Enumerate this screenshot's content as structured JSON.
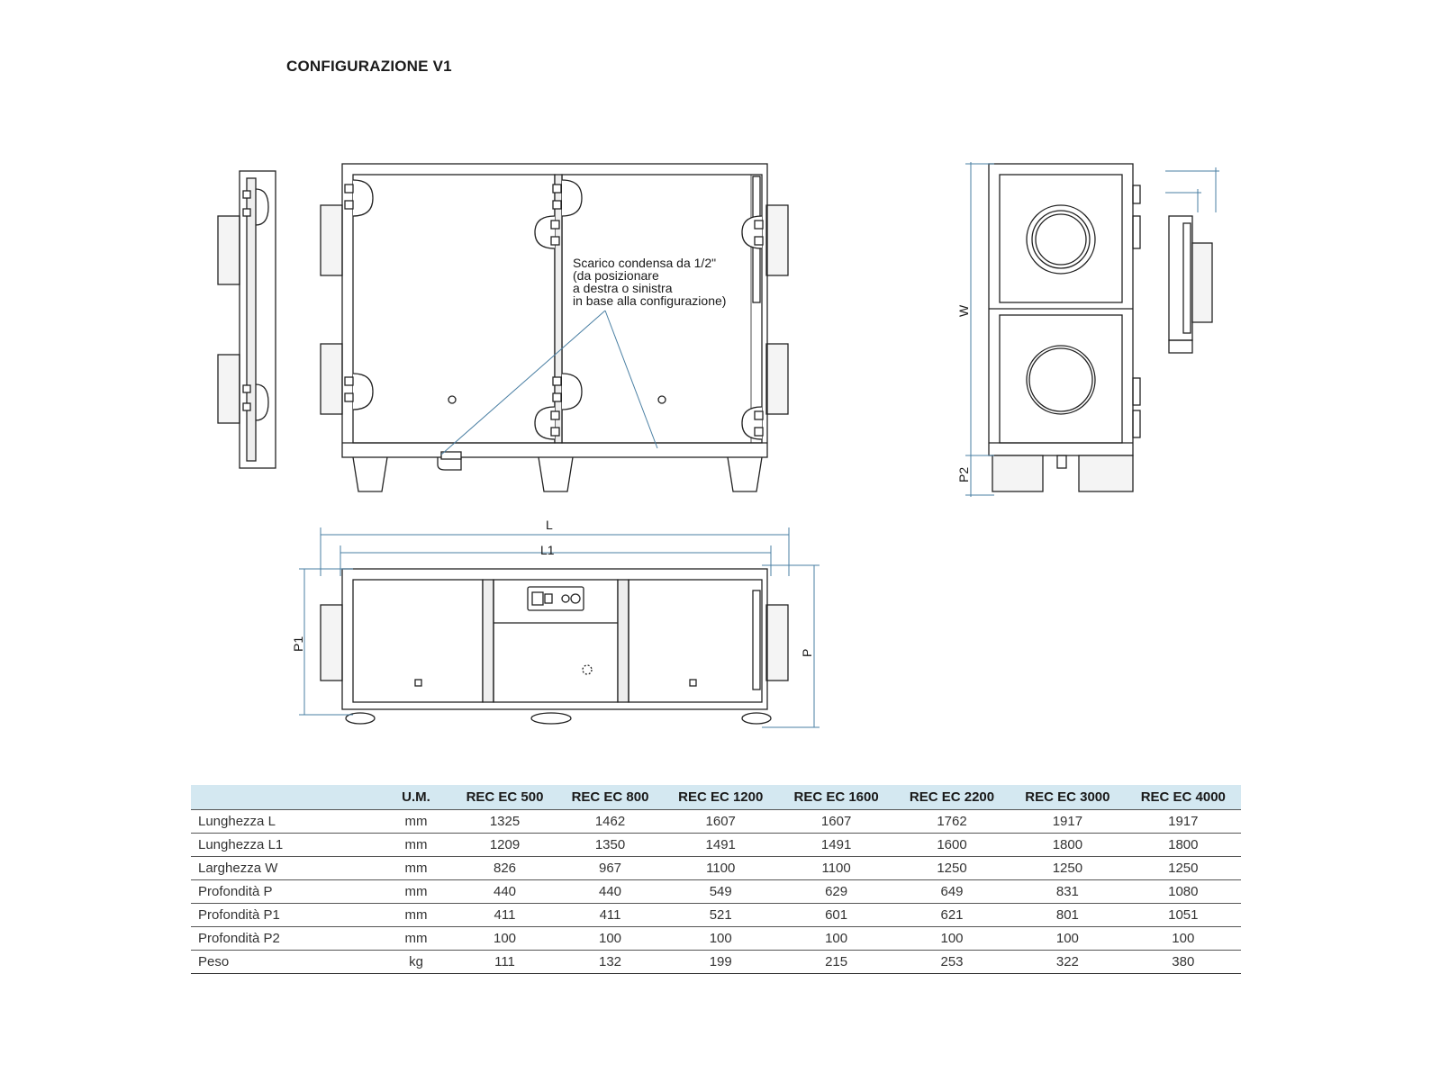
{
  "title": "CONFIGURAZIONE V1",
  "note": {
    "lines": [
      "Scarico condensa da 1/2\"",
      "(da posizionare",
      "a destra o sinistra",
      "in base alla configurazione)"
    ]
  },
  "dimensions": {
    "L": "L",
    "L1": "L1",
    "P": "P",
    "P1": "P1",
    "P2": "P2",
    "W": "W"
  },
  "table": {
    "headers": [
      "",
      "U.M.",
      "REC EC 500",
      "REC EC 800",
      "REC EC 1200",
      "REC EC 1600",
      "REC EC 2200",
      "REC EC 3000",
      "REC EC 4000"
    ],
    "rows": [
      [
        "Lunghezza L",
        "mm",
        "1325",
        "1462",
        "1607",
        "1607",
        "1762",
        "1917",
        "1917"
      ],
      [
        "Lunghezza L1",
        "mm",
        "1209",
        "1350",
        "1491",
        "1491",
        "1600",
        "1800",
        "1800"
      ],
      [
        "Larghezza W",
        "mm",
        "826",
        "967",
        "1100",
        "1100",
        "1250",
        "1250",
        "1250"
      ],
      [
        "Profondità P",
        "mm",
        "440",
        "440",
        "549",
        "629",
        "649",
        "831",
        "1080"
      ],
      [
        "Profondità P1",
        "mm",
        "411",
        "411",
        "521",
        "601",
        "621",
        "801",
        "1051"
      ],
      [
        "Profondità P2",
        "mm",
        "100",
        "100",
        "100",
        "100",
        "100",
        "100",
        "100"
      ],
      [
        "Peso",
        "kg",
        "111",
        "132",
        "199",
        "215",
        "253",
        "322",
        "380"
      ]
    ]
  }
}
